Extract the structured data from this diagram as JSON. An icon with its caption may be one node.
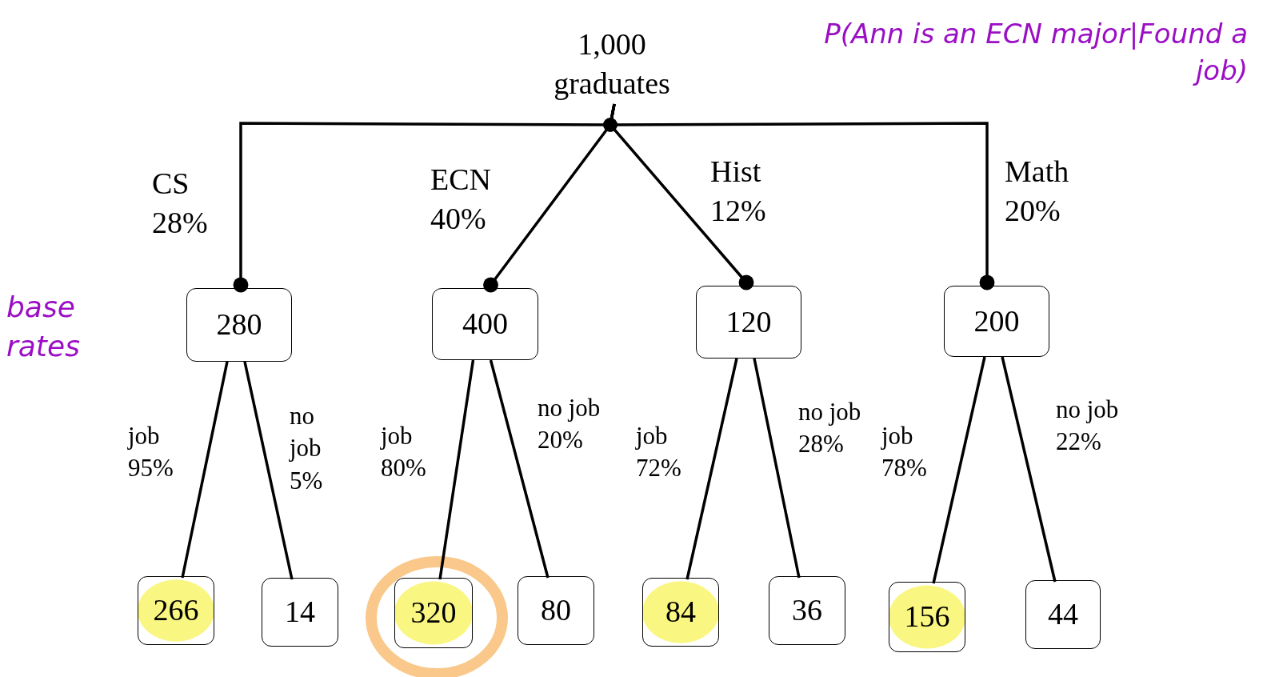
{
  "diagram": {
    "nodes": [
      {
        "text": [
          "1,000 graduates"
        ]
      },
      {
        "text": [
          "280"
        ]
      },
      {
        "text": [
          "400"
        ]
      },
      {
        "text": [
          "120"
        ]
      },
      {
        "text": [
          "200"
        ]
      },
      {
        "text": [
          "266"
        ]
      },
      {
        "text": [
          "14"
        ]
      },
      {
        "text": [
          "320"
        ]
      },
      {
        "text": [
          "80"
        ]
      },
      {
        "text": [
          "84"
        ]
      },
      {
        "text": [
          "36"
        ]
      },
      {
        "text": [
          "156"
        ]
      },
      {
        "text": [
          "44"
        ]
      }
    ],
    "edges": [
      {
        "from": 0,
        "to": 1,
        "arrow": "other",
        "label": "CS 28%"
      },
      {
        "from": 0,
        "to": 2,
        "arrow": "other",
        "label": "ECN 40%"
      },
      {
        "from": 0,
        "to": 3,
        "arrow": "other",
        "label": "Hist 12%"
      },
      {
        "from": 0,
        "to": 4,
        "arrow": "other",
        "label": "Math 20%"
      },
      {
        "from": 1,
        "to": 5,
        "arrow": "none",
        "label": "job 95%"
      },
      {
        "from": 1,
        "to": 6,
        "arrow": "none",
        "label": "no job 5%"
      },
      {
        "from": 2,
        "to": 7,
        "arrow": "none",
        "label": "job 80%"
      },
      {
        "from": 2,
        "to": 8,
        "arrow": "none",
        "label": "no job 20%"
      },
      {
        "from": 3,
        "to": 9,
        "arrow": "none",
        "label": "job 72%"
      },
      {
        "from": 3,
        "to": 10,
        "arrow": "none",
        "label": "no job 28%"
      },
      {
        "from": 4,
        "to": 11,
        "arrow": "none",
        "label": "job 78%"
      },
      {
        "from": 4,
        "to": 12,
        "arrow": "none",
        "label": "no job 22%"
      }
    ],
    "labels": [
      "P(Ann is an ECN major|Found a job)",
      "base rates"
    ]
  }
}
